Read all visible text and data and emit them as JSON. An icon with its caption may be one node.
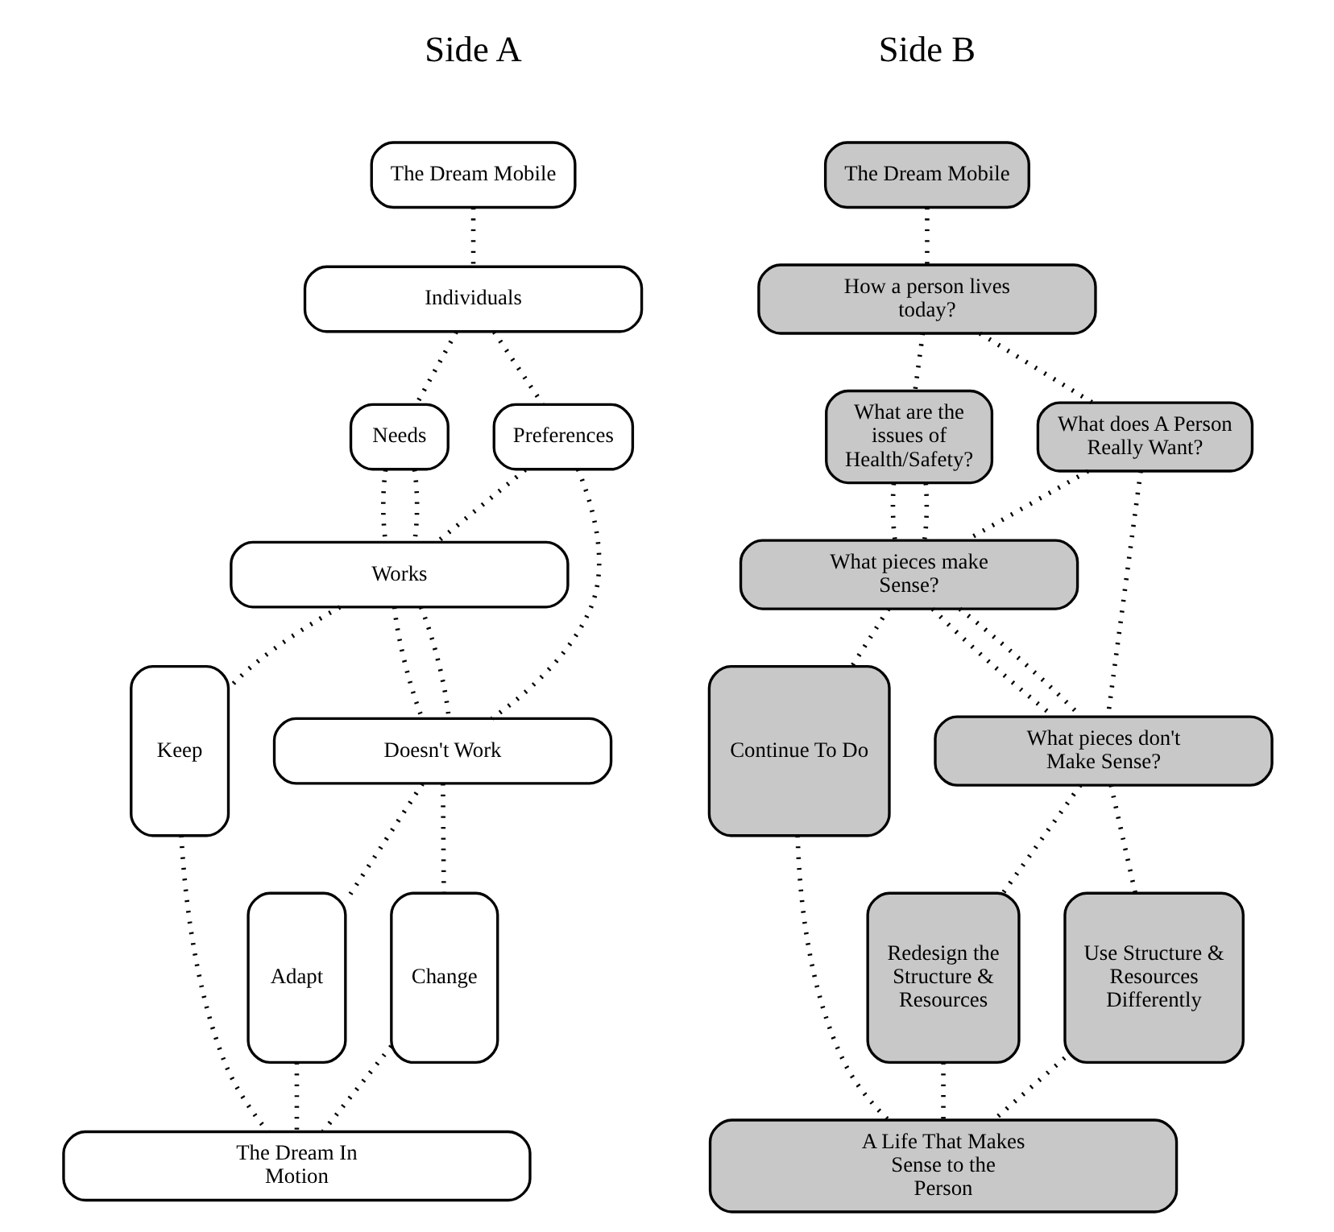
{
  "diagram": {
    "nodes": [
      {
        "text": [
          "The Dream Mobile"
        ]
      },
      {
        "text": [
          "Individuals"
        ]
      },
      {
        "text": [
          "Preferences"
        ]
      },
      {
        "text": [
          "Needs"
        ]
      },
      {
        "text": [
          "Works"
        ]
      },
      {
        "text": [
          "Doesn't Work"
        ]
      },
      {
        "text": [
          "Change"
        ]
      },
      {
        "text": [
          "Adapt"
        ]
      },
      {
        "text": [
          "Keep"
        ]
      },
      {
        "text": [
          "The Dream In Motion"
        ]
      },
      {
        "text": [
          "The Dream Mobile"
        ]
      },
      {
        "text": [
          "How a person lives today?"
        ]
      },
      {
        "text": [
          "What are the issues of Health/Safety?"
        ]
      },
      {
        "text": [
          "What does A Person Really Want?"
        ]
      },
      {
        "text": [
          "What pieces make Sense?"
        ]
      },
      {
        "text": [
          "What pieces don't Make Sense?"
        ]
      },
      {
        "text": [
          "Continue To Do"
        ]
      },
      {
        "text": [
          "Use Structure & Resources Differently"
        ]
      },
      {
        "text": [
          "Redesign the Structure & Resources"
        ]
      },
      {
        "text": [
          "A Life That Makes Sense to the Person"
        ]
      }
    ],
    "edges": [
      {
        "from": 0,
        "to": 1,
        "arrow": "none"
      },
      {
        "from": 1,
        "to": 2,
        "arrow": "none"
      },
      {
        "from": 1,
        "to": 3,
        "arrow": "none"
      },
      {
        "from": 2,
        "to": 5,
        "arrow": "none"
      },
      {
        "from": 2,
        "to": 4,
        "arrow": "none"
      },
      {
        "from": 3,
        "to": 4,
        "arrow": "none"
      },
      {
        "from": 3,
        "to": 4,
        "arrow": "none"
      },
      {
        "from": 4,
        "to": 5,
        "arrow": "none"
      },
      {
        "from": 4,
        "to": 5,
        "arrow": "none"
      },
      {
        "from": 4,
        "to": 8,
        "arrow": "none"
      },
      {
        "from": 5,
        "to": 6,
        "arrow": "none"
      },
      {
        "from": 5,
        "to": 7,
        "arrow": "none"
      },
      {
        "from": 6,
        "to": 9,
        "arrow": "none"
      },
      {
        "from": 7,
        "to": 9,
        "arrow": "none"
      },
      {
        "from": 8,
        "to": 9,
        "arrow": "none"
      },
      {
        "from": 10,
        "to": 11,
        "arrow": "none"
      },
      {
        "from": 11,
        "to": 12,
        "arrow": "none"
      },
      {
        "from": 11,
        "to": 13,
        "arrow": "none"
      },
      {
        "from": 12,
        "to": 14,
        "arrow": "none"
      },
      {
        "from": 12,
        "to": 14,
        "arrow": "none"
      },
      {
        "from": 13,
        "to": 14,
        "arrow": "none"
      },
      {
        "from": 13,
        "to": 15,
        "arrow": "none"
      },
      {
        "from": 14,
        "to": 16,
        "arrow": "none"
      },
      {
        "from": 14,
        "to": 15,
        "arrow": "none"
      },
      {
        "from": 14,
        "to": 15,
        "arrow": "none"
      },
      {
        "from": 15,
        "to": 17,
        "arrow": "none"
      },
      {
        "from": 15,
        "to": 18,
        "arrow": "none"
      },
      {
        "from": 16,
        "to": 19,
        "arrow": "none"
      },
      {
        "from": 17,
        "to": 19,
        "arrow": "none"
      },
      {
        "from": 18,
        "to": 19,
        "arrow": "none"
      }
    ],
    "labels": [
      "Side A",
      "Side B"
    ]
  }
}
